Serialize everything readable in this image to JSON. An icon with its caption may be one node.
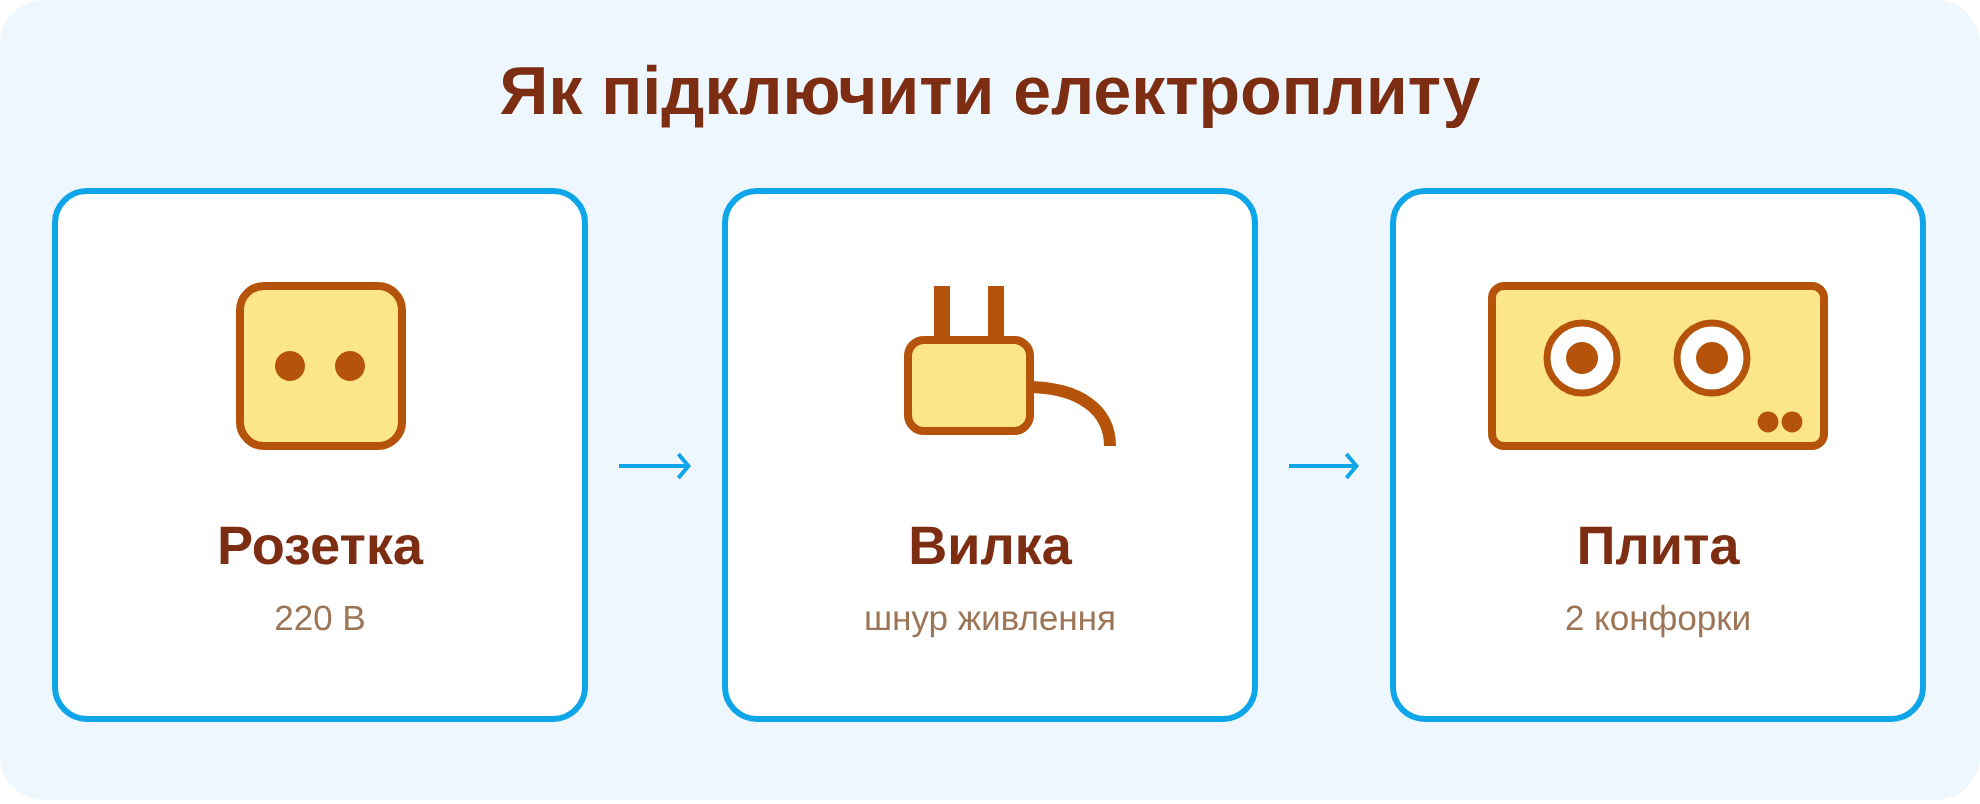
{
  "diagram": {
    "title": "Як підключити електроплиту",
    "nodes": [
      {
        "text": [
          "Розетка",
          "220 В"
        ]
      },
      {
        "text": [
          "Вилка",
          "шнур живлення"
        ]
      },
      {
        "text": [
          "Плита",
          "2 конфорки"
        ]
      }
    ],
    "edges": [
      {
        "from": 0,
        "to": 1,
        "arrow": "to"
      },
      {
        "from": 1,
        "to": 2,
        "arrow": "to"
      }
    ]
  }
}
